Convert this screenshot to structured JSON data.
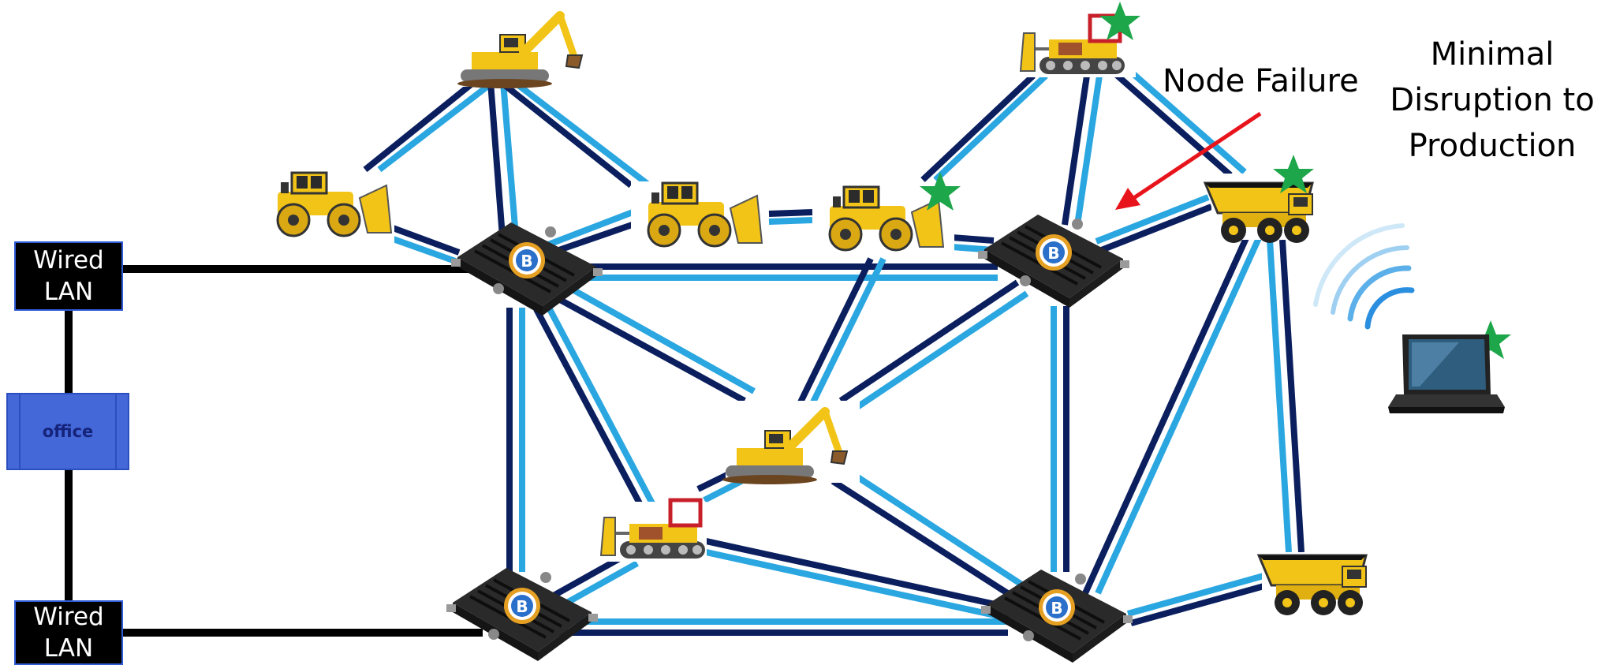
{
  "lan_boxes": {
    "top_label": "Wired LAN",
    "bottom_label": "Wired LAN"
  },
  "office": {
    "label": "office"
  },
  "annotations": {
    "node_failure": "Node Failure",
    "minimal_disruption": "Minimal Disruption to Production"
  },
  "router_badge": "B",
  "colors": {
    "link_dark": "#0b1f5e",
    "link_light": "#2aa6e0",
    "wired_link": "#000000",
    "arrow": "#e8141b",
    "star": "#1ea64b",
    "wifi": "#2b8fe0",
    "machine_yellow": "#f2c417",
    "router_body": "#2a2a2a",
    "badge_fill": "#2a6fc9",
    "badge_ring": "#e5a023"
  },
  "icons": [
    "excavator-icon",
    "bulldozer-icon",
    "wheel-dozer-icon",
    "dump-truck-icon",
    "mesh-router-icon",
    "laptop-icon",
    "wifi-signal-icon",
    "star-icon"
  ]
}
